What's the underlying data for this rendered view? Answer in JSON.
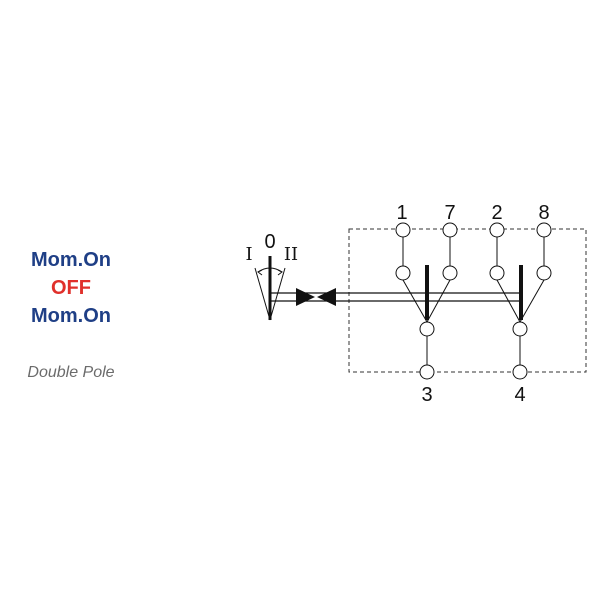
{
  "legend": {
    "line1": "Mom.On",
    "line2": "OFF",
    "line3": "Mom.On",
    "color_primary": "#1f3f86",
    "color_off": "#e0302b"
  },
  "subtitle": "Double Pole",
  "actuator": {
    "label_left": "I",
    "label_center": "0",
    "label_right": "II"
  },
  "terminals": {
    "top": [
      "1",
      "7",
      "2",
      "8"
    ],
    "bottom": [
      "3",
      "4"
    ]
  }
}
